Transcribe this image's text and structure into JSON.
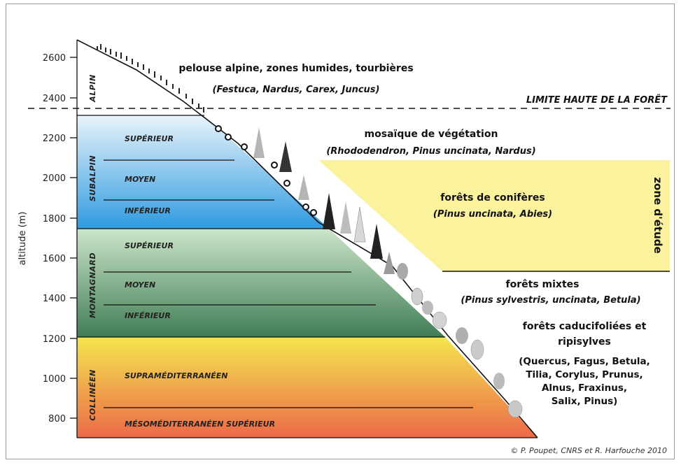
{
  "axis": {
    "label": "altitude (m)",
    "ticks": [
      "2600",
      "2400",
      "2200",
      "2000",
      "1800",
      "1600",
      "1400",
      "1200",
      "1000",
      "800"
    ]
  },
  "belts": {
    "alpin": "ALPIN",
    "subalpin": "SUBALPIN",
    "montagnard": "MONTAGNARD",
    "collineen": "COLLINÉEN"
  },
  "subzones": {
    "subalpin_sup": "SUPÉRIEUR",
    "subalpin_moy": "MOYEN",
    "subalpin_inf": "INFÉRIEUR",
    "montagnard_sup": "SUPÉRIEUR",
    "montagnard_moy": "MOYEN",
    "montagnard_inf": "INFÉRIEUR",
    "collineen_supra": "SUPRAMÉDITERRANÉEN",
    "collineen_meso": "MÉSOMÉDITERRANÉEN SUPÉRIEUR"
  },
  "forest_limit": "LIMITE HAUTE DE LA FORÊT",
  "vegetation": {
    "alpine_title": "pelouse alpine, zones humides, tourbières",
    "alpine_species": "(Festuca, Nardus, Carex, Juncus)",
    "mosaic_title": "mosaïque de végétation",
    "mosaic_species": "(Rhododendron, Pinus uncinata, Nardus)",
    "conifer_title": "forêts de conifères",
    "conifer_species": "(Pinus uncinata, Abies)",
    "mixed_title": "forêts mixtes",
    "mixed_species": "(Pinus sylvestris, uncinata, Betula)",
    "deciduous_title_1": "forêts caducifoliées et",
    "deciduous_title_2": "ripisylves",
    "deciduous_species_1": "(Quercus, Fagus, Betula,",
    "deciduous_species_2": "Tilia, Corylus, Prunus,",
    "deciduous_species_3": "Alnus, Fraxinus,",
    "deciduous_species_4": "Salix, Pinus)"
  },
  "study_zone": "zone d'étude",
  "credit": "© P. Poupet, CNRS et R. Harfouche 2010",
  "colors": {
    "subalpin_top": "#e9f3fb",
    "subalpin_bottom": "#2f9be0",
    "montagnard_top": "#cde6c9",
    "montagnard_bottom": "#3f7d55",
    "collineen_top": "#f4e64d",
    "collineen_bottom": "#ec6a4a",
    "study_zone": "#fbf29e"
  }
}
